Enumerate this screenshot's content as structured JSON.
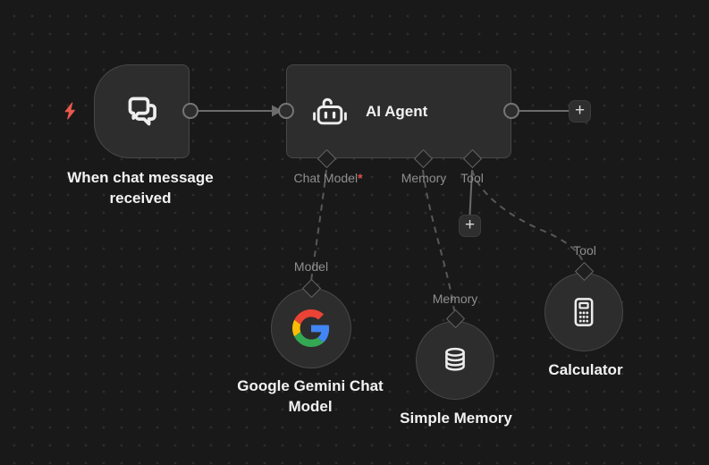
{
  "canvas": {
    "background_color": "#191919",
    "dot_color": "#2d2d2d"
  },
  "colors": {
    "node_background": "#2d2d2d",
    "node_border": "#484848",
    "connector_solid": "#6b6b6b",
    "connector_dashed": "#585858",
    "title_text": "#f2f2f2",
    "port_label_text": "#8f8f8f",
    "required_asterisk": "#e5504a",
    "trigger_bolt": "#e9594c",
    "google_blue": "#4285F4",
    "google_red": "#EA4335",
    "google_yellow": "#FBBC05",
    "google_green": "#34A853"
  },
  "nodes": {
    "trigger": {
      "title": "When chat message received",
      "icon": "chat-bubbles"
    },
    "agent": {
      "title": "AI Agent",
      "icon": "robot",
      "ports": [
        {
          "label": "Chat Model",
          "required_mark": "*"
        },
        {
          "label": "Memory"
        },
        {
          "label": "Tool"
        }
      ]
    },
    "gemini": {
      "title": "Google Gemini Chat Model",
      "port_label": "Model",
      "icon": "google-g"
    },
    "memory": {
      "title": "Simple Memory",
      "port_label": "Memory",
      "icon": "database"
    },
    "calculator": {
      "title": "Calculator",
      "port_label": "Tool",
      "icon": "calculator"
    }
  },
  "buttons": {
    "add_next_node": "+",
    "add_tool": "+"
  },
  "edges": [
    {
      "from": "when-chat-message-received",
      "to": "ai-agent",
      "style": "solid-arrow"
    },
    {
      "from": "ai-agent",
      "to": "add-next-node-button",
      "style": "solid"
    },
    {
      "from": "ai-agent-tool-port",
      "to": "add-tool-button",
      "style": "solid"
    },
    {
      "from": "ai-agent-chat-model-port",
      "to": "google-gemini-chat-model",
      "style": "dashed"
    },
    {
      "from": "ai-agent-memory-port",
      "to": "simple-memory",
      "style": "dashed"
    },
    {
      "from": "ai-agent-tool-port",
      "to": "calculator",
      "style": "dashed"
    }
  ]
}
